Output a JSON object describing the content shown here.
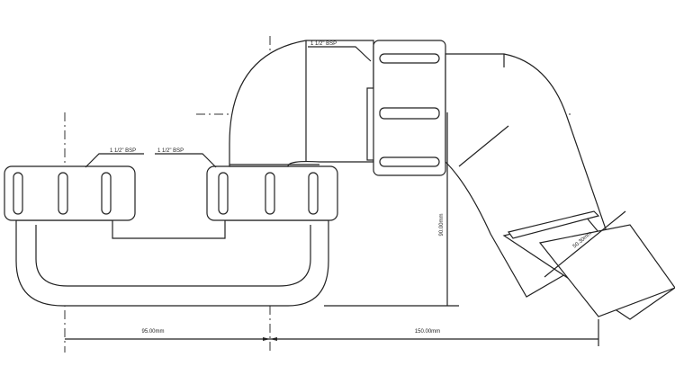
{
  "labels": {
    "thread_left": "1 1/2\" BSP",
    "thread_middle": "1 1/2\" BSP",
    "thread_top": "1 1/2\" BSP"
  },
  "dimensions": {
    "horizontal_left": "95.00mm",
    "horizontal_right": "150.00mm",
    "vertical_height": "90.00mm",
    "outlet_diameter": "50.30mm"
  }
}
